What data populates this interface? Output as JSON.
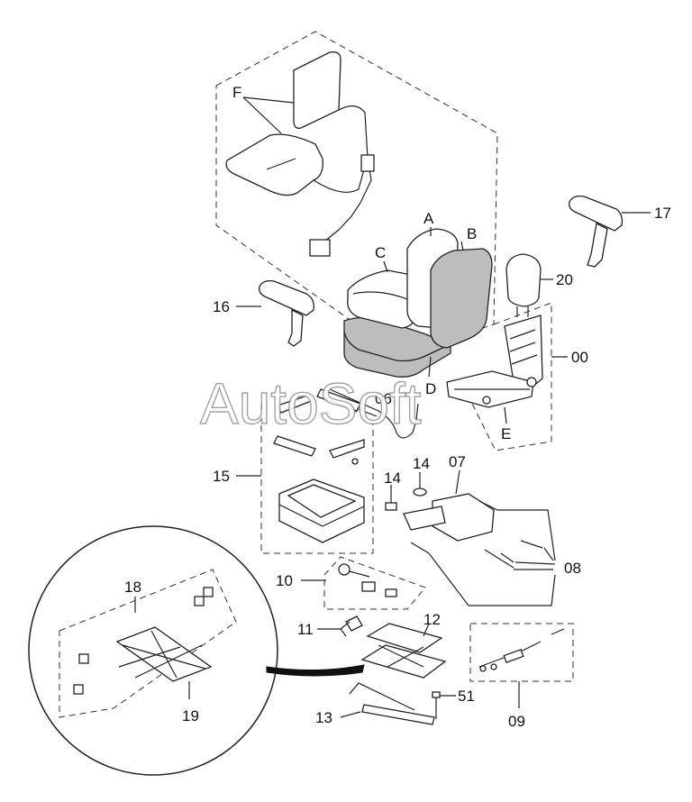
{
  "watermark": "AutoSoft",
  "labels": {
    "F": "F",
    "A": "A",
    "B": "B",
    "C": "C",
    "D": "D",
    "E": "E",
    "p17": "17",
    "p20": "20",
    "p16": "16",
    "p00": "00",
    "p06": "06",
    "p15": "15",
    "p14a": "14",
    "p14b": "14",
    "p07": "07",
    "p08": "08",
    "p10": "10",
    "p18": "18",
    "p11": "11",
    "p12": "12",
    "p19": "19",
    "p51": "51",
    "p13": "13",
    "p09": "09"
  },
  "colors": {
    "line": "#222222",
    "shade": "#bdbdbd",
    "watermark_stroke": "#9a9a9a"
  }
}
